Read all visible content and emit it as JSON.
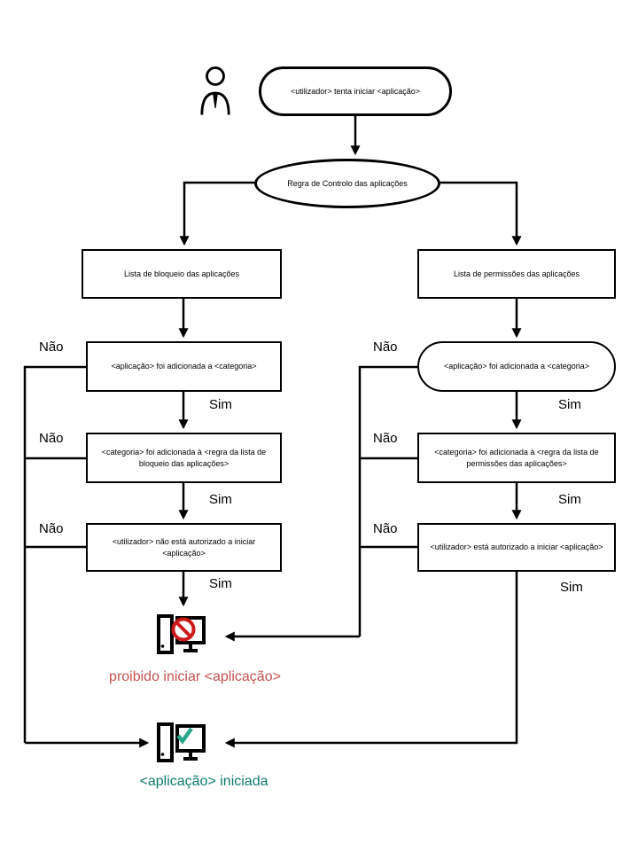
{
  "edge_labels": {
    "no": "Não",
    "yes": "Sim"
  },
  "nodes": {
    "start": "<utilizador> tenta iniciar <aplicação>",
    "rule": "Regra de Controlo das aplicações",
    "blocklist_header": "Lista de bloqueio das aplicações",
    "allowlist_header": "Lista de permissões das aplicações",
    "blocklist_steps": {
      "app_added_to_category": "<aplicação> foi adicionada a <categoria>",
      "category_added_to_rule": "<categoria> foi adicionada à <regra da lista de bloqueio das aplicações>",
      "user_not_authorized": "<utilizador> não está autorizado a iniciar <aplicação>"
    },
    "allowlist_steps": {
      "app_added_to_category": "<aplicação> foi adicionada a <categoria>",
      "category_added_to_rule": "<categoria> foi adicionada à <regra da lista de permissões das aplicações>",
      "user_authorized": "<utilizador> está autorizado a iniciar <aplicação>"
    }
  },
  "outcomes": {
    "blocked": "proibido iniciar <aplicação>",
    "started": "<aplicação> iniciada"
  },
  "colors": {
    "line": "#000000",
    "blocked_text": "#c5534e",
    "started_text": "#0e7a6d",
    "ban_icon": "#cc1a1a",
    "check_icon": "#27a689"
  },
  "icons": {
    "user": "user-icon",
    "blocked": "computer-blocked-icon",
    "started": "computer-started-icon"
  }
}
